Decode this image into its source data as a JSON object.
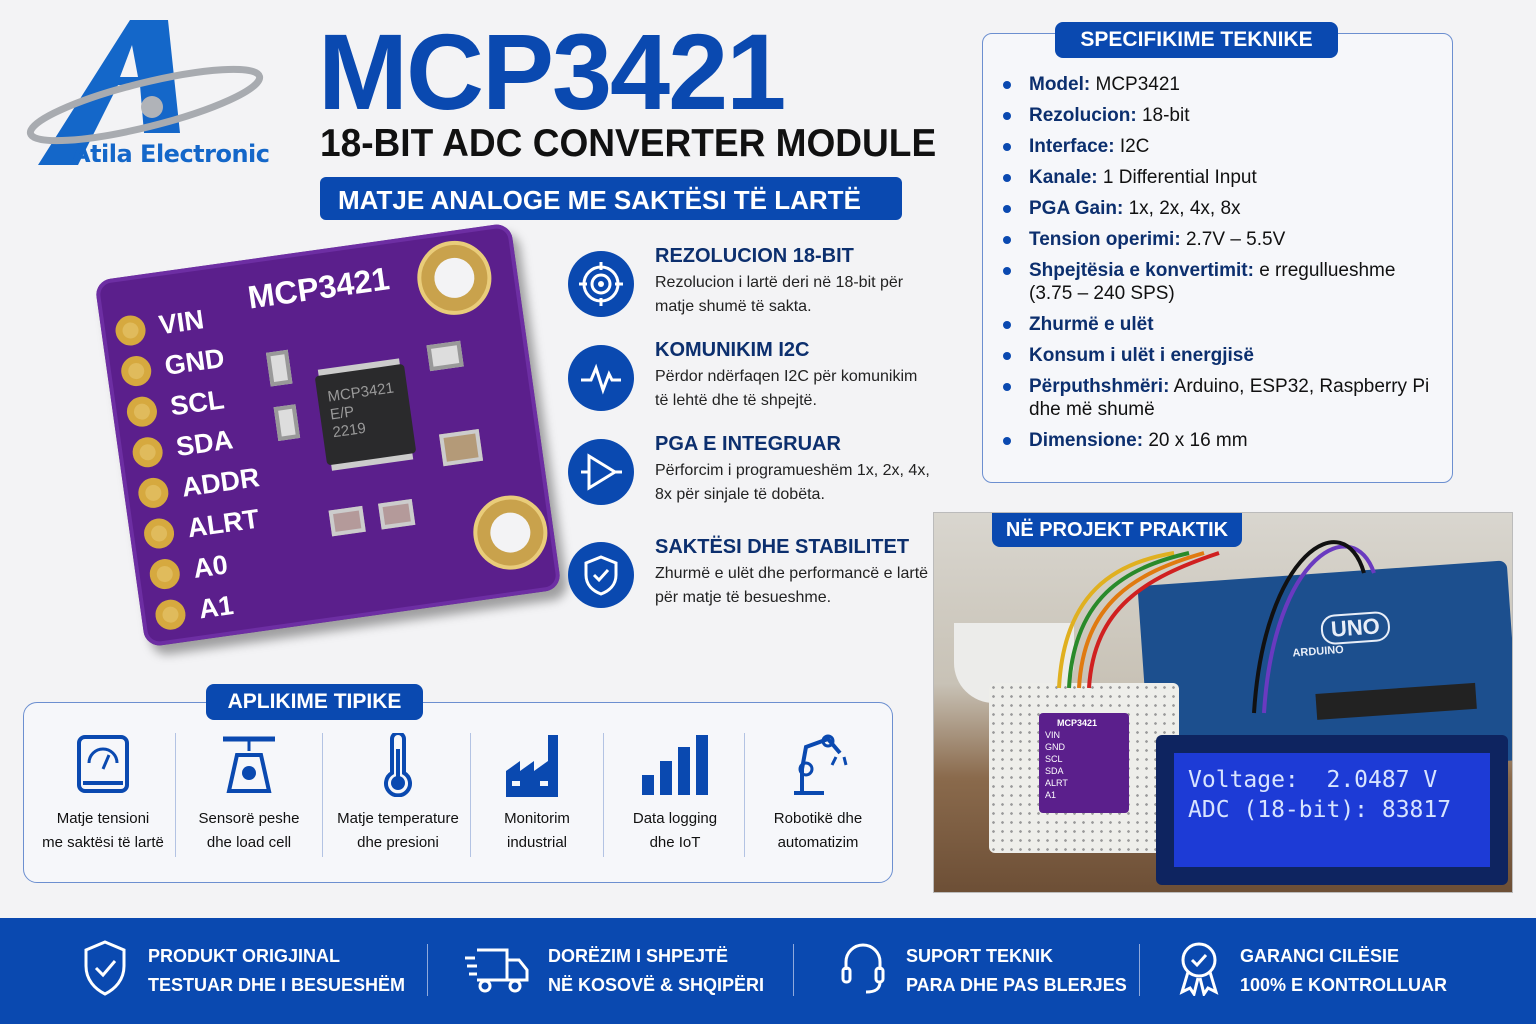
{
  "brand": {
    "name": "Atila Electronic"
  },
  "header": {
    "title": "MCP3421",
    "subtitle": "18-BIT ADC CONVERTER MODULE",
    "banner": "MATJE ANALOGE ME SAKTËSI TË LARTË"
  },
  "module": {
    "board_label": "MCP3421",
    "chip_lines": [
      "MCP3421",
      "E/P",
      "2219"
    ],
    "pins": [
      "VIN",
      "GND",
      "SCL",
      "SDA",
      "ADDR",
      "ALRT",
      "A0",
      "A1"
    ]
  },
  "features": [
    {
      "icon": "target-icon",
      "title": "REZOLUCION 18-BIT",
      "text": "Rezolucion i lartë deri në 18-bit për matje shumë të sakta."
    },
    {
      "icon": "waveform-icon",
      "title": "KOMUNIKIM I2C",
      "text": "Përdor ndërfaqen I2C për komunikim të lehtë dhe të shpejtë."
    },
    {
      "icon": "amplifier-icon",
      "title": "PGA E INTEGRUAR",
      "text": "Përforcim i programueshëm 1x, 2x, 4x, 8x për sinjale të dobëta."
    },
    {
      "icon": "shield-check-icon",
      "title": "SAKTËSI DHE STABILITET",
      "text": "Zhurmë e ulët dhe performancë e lartë për matje të besueshme."
    }
  ],
  "specs": {
    "title": "SPECIFIKIME TEKNIKE",
    "items": [
      {
        "label": "Model:",
        "value": "MCP3421"
      },
      {
        "label": "Rezolucion:",
        "value": "18-bit"
      },
      {
        "label": "Interface:",
        "value": "I2C"
      },
      {
        "label": "Kanale:",
        "value": "1 Differential Input"
      },
      {
        "label": "PGA Gain:",
        "value": "1x, 2x, 4x, 8x"
      },
      {
        "label": "Tension operimi:",
        "value": "2.7V – 5.5V"
      },
      {
        "label": "Shpejtësia e konvertimit:",
        "value": "e rregullueshme (3.75 – 240 SPS)"
      },
      {
        "label": "Zhurmë e ulët",
        "value": ""
      },
      {
        "label": "Konsum i ulët i energjisë",
        "value": ""
      },
      {
        "label": "Përputhshmëri:",
        "value": "Arduino, ESP32, Raspberry Pi dhe më shumë"
      },
      {
        "label": "Dimensione:",
        "value": "20 x 16 mm"
      }
    ]
  },
  "project": {
    "title": "NË PROJEKT PRAKTIK",
    "board_text": "UNO",
    "board_brand": "ARDUINO",
    "lcd_line1": "Voltage:  2.0487 V",
    "lcd_line2": "ADC (18-bit): 83817",
    "mini_label": "MCP3421",
    "mini_pins": [
      "VIN",
      "GND",
      "SCL",
      "SDA",
      "ALRT",
      "A1"
    ]
  },
  "applications": {
    "title": "APLIKIME TIPIKE",
    "items": [
      {
        "icon": "voltmeter-icon",
        "line1": "Matje tensioni",
        "line2": "me saktësi të lartë"
      },
      {
        "icon": "scale-icon",
        "line1": "Sensorë peshe",
        "line2": "dhe load cell"
      },
      {
        "icon": "thermometer-icon",
        "line1": "Matje temperature",
        "line2": "dhe presioni"
      },
      {
        "icon": "factory-icon",
        "line1": "Monitorim",
        "line2": "industrial"
      },
      {
        "icon": "bar-chart-icon",
        "line1": "Data logging",
        "line2": "dhe IoT"
      },
      {
        "icon": "robot-arm-icon",
        "line1": "Robotikë dhe",
        "line2": "automatizim"
      }
    ]
  },
  "footer": [
    {
      "icon": "shield-check-icon",
      "line1": "PRODUKT ORIGJINAL",
      "line2": "TESTUAR DHE I BESUESHËM"
    },
    {
      "icon": "truck-icon",
      "line1": "DORËZIM I SHPEJTË",
      "line2": "NË KOSOVË & SHQIPËRI"
    },
    {
      "icon": "headset-icon",
      "line1": "SUPORT TEKNIK",
      "line2": "PARA DHE PAS BLERJES"
    },
    {
      "icon": "award-icon",
      "line1": "GARANCI CILËSIE",
      "line2": "100% E KONTROLLUAR"
    }
  ],
  "colors": {
    "primary": "#0a49b0",
    "pcb": "#5b1f8c",
    "lcd": "#1d3bd6"
  }
}
